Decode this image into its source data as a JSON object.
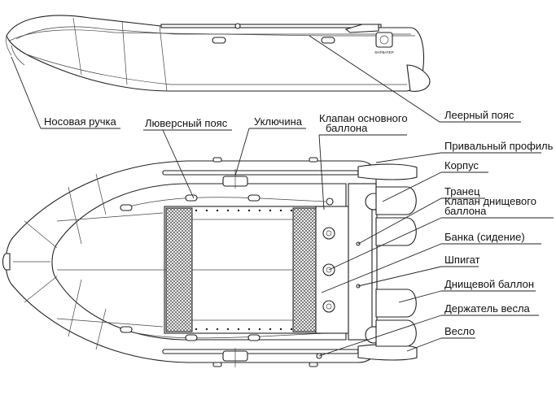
{
  "labels": {
    "bow_handle": "Носовая ручка",
    "eyelet_belt": "Люверсный пояс",
    "rowlock": "Уключина",
    "main_valve_line1": "Клапан основного",
    "main_valve_line2": "баллона",
    "rope_belt": "Леерный пояс",
    "rub_strake": "Привальный профиль",
    "hull": "Корпус",
    "transom": "Транец",
    "floor_valve_line1": "Клапан днищевого",
    "floor_valve_line2": "баллона",
    "seat": "Банка (сидение)",
    "drain": "Шпигат",
    "floor_tube": "Днищевой баллон",
    "oar_holder": "Держатель весла",
    "oar": "Весло"
  },
  "logo_text": "ФАРВАТЕР"
}
